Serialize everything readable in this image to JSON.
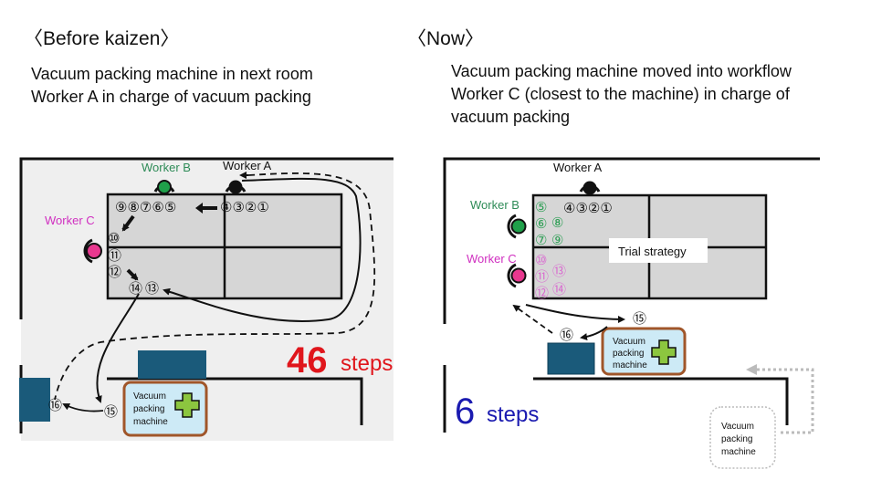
{
  "before": {
    "heading": "〈Before kaizen〉",
    "description": [
      "Vacuum packing machine in next room",
      "Worker A in charge of vacuum packing"
    ],
    "workers": {
      "a": {
        "label": "Worker A",
        "color": "#111111"
      },
      "b": {
        "label": "Worker B",
        "color": "#1fa04a"
      },
      "c": {
        "label": "Worker C",
        "color": "#e8388f"
      }
    },
    "sequence_top": [
      "⑨",
      "⑧",
      "⑦",
      "⑥",
      "⑤"
    ],
    "sequence_a": [
      "④",
      "③",
      "②",
      "①"
    ],
    "sequence_c": [
      "⑩",
      "⑪",
      "⑫"
    ],
    "sequence_bottom": [
      "⑭",
      "⑬"
    ],
    "step_15": "⑮",
    "step_16": "⑯",
    "machine_label": [
      "Vacuum",
      "packing",
      "machine"
    ],
    "steps_count": "46",
    "steps_label": "steps",
    "steps_color": "#e0161c"
  },
  "now": {
    "heading": "〈Now〉",
    "description": [
      "Vacuum packing machine moved into workflow",
      "Worker C (closest to the machine) in charge of",
      "vacuum packing"
    ],
    "workers": {
      "a": {
        "label": "Worker A",
        "color": "#111111"
      },
      "b": {
        "label": "Worker B",
        "color": "#1fa04a"
      },
      "c": {
        "label": "Worker C",
        "color": "#e8388f"
      }
    },
    "sequence_a": [
      "④",
      "③",
      "②",
      "①"
    ],
    "sequence_b": [
      "⑤",
      "⑥",
      "⑧",
      "⑦",
      "⑨"
    ],
    "sequence_c": [
      "⑩",
      "⑪",
      "⑬",
      "⑫",
      "⑭"
    ],
    "step_15": "⑮",
    "step_16": "⑯",
    "trial_label": "Trial strategy",
    "machine_label": [
      "Vacuum",
      "packing",
      "machine"
    ],
    "old_machine_label": [
      "Vacuum",
      "packing",
      "machine"
    ],
    "steps_count": "6",
    "steps_label": "steps",
    "steps_color": "#1a1ab0"
  },
  "colors": {
    "floor_before": "#efefef",
    "table": "#d6d6d6",
    "wall": "#111111",
    "cart": "#1a5a7a",
    "machine_fill": "#cdeaf6",
    "machine_border": "#a0562a",
    "cross": "#8cc63f",
    "green_num": "#2e9e55",
    "pink_num": "#d96ad0"
  }
}
